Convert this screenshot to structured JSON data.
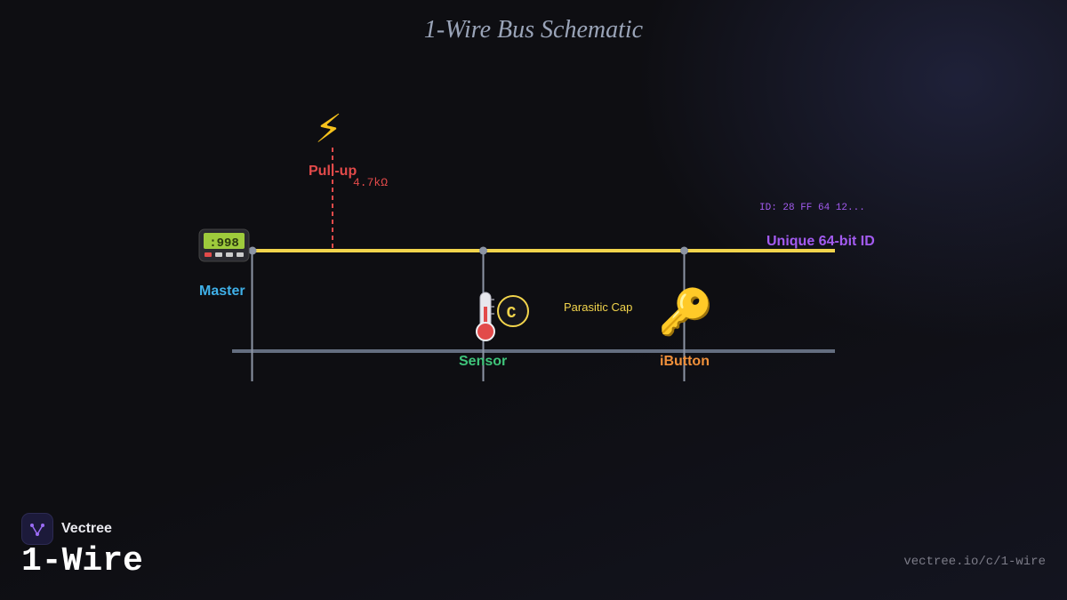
{
  "title": "1-Wire Bus Schematic",
  "pullup": {
    "label": "Pull-up",
    "resistance": "4.7kΩ",
    "icon": "lightning-icon"
  },
  "master": {
    "label": "Master",
    "icon": "pager-icon"
  },
  "sensor": {
    "label": "Sensor",
    "icon": "thermometer-icon",
    "cap_letter": "C"
  },
  "parasitic_cap": {
    "label": "Parasitic Cap"
  },
  "ibutton": {
    "label": "iButton",
    "icon": "key-icon"
  },
  "unique_id": {
    "label": "Unique 64-bit ID",
    "id_text": "ID: 28 FF 64 12..."
  },
  "brand": {
    "name": "Vectree",
    "page_title": "1-Wire",
    "url": "vectree.io/c/1-wire"
  },
  "colors": {
    "data_line": "#f2d44c",
    "ground_line": "#646e80",
    "pullup": "#e24a4a",
    "master": "#3fb0e8",
    "sensor": "#3fc47a",
    "ibutton": "#f0903a",
    "unique_id": "#a35bf0"
  }
}
